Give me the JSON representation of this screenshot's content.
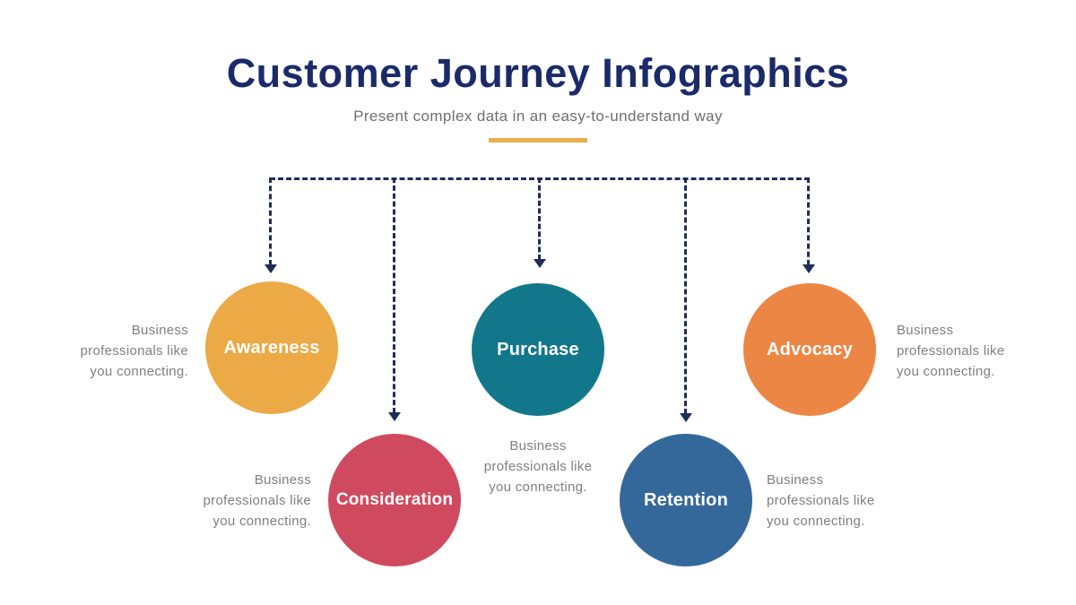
{
  "header": {
    "title": "Customer Journey Infographics",
    "subtitle": "Present complex data in an easy-to-understand way"
  },
  "colors": {
    "title_navy": "#1B2A68",
    "subtitle_gray": "#6E6E6E",
    "connector_navy": "#1F2B5B",
    "accent_gold": "#E5AF4F",
    "description_gray": "#7F7F7F",
    "circle_label_white": "#FFFFFF"
  },
  "stages": [
    {
      "label": "Awareness",
      "color": "#EBAA45",
      "description": "Business\nprofessionals like\nyou connecting."
    },
    {
      "label": "Consideration",
      "color": "#D04A5F",
      "description": "Business\nprofessionals like\nyou connecting."
    },
    {
      "label": "Purchase",
      "color": "#12778A",
      "description": "Business\nprofessionals like\nyou connecting."
    },
    {
      "label": "Retention",
      "color": "#35689A",
      "description": "Business\nprofessionals like\nyou connecting."
    },
    {
      "label": "Advocacy",
      "color": "#EC8645",
      "description": "Business\nprofessionals like\nyou connecting."
    }
  ]
}
